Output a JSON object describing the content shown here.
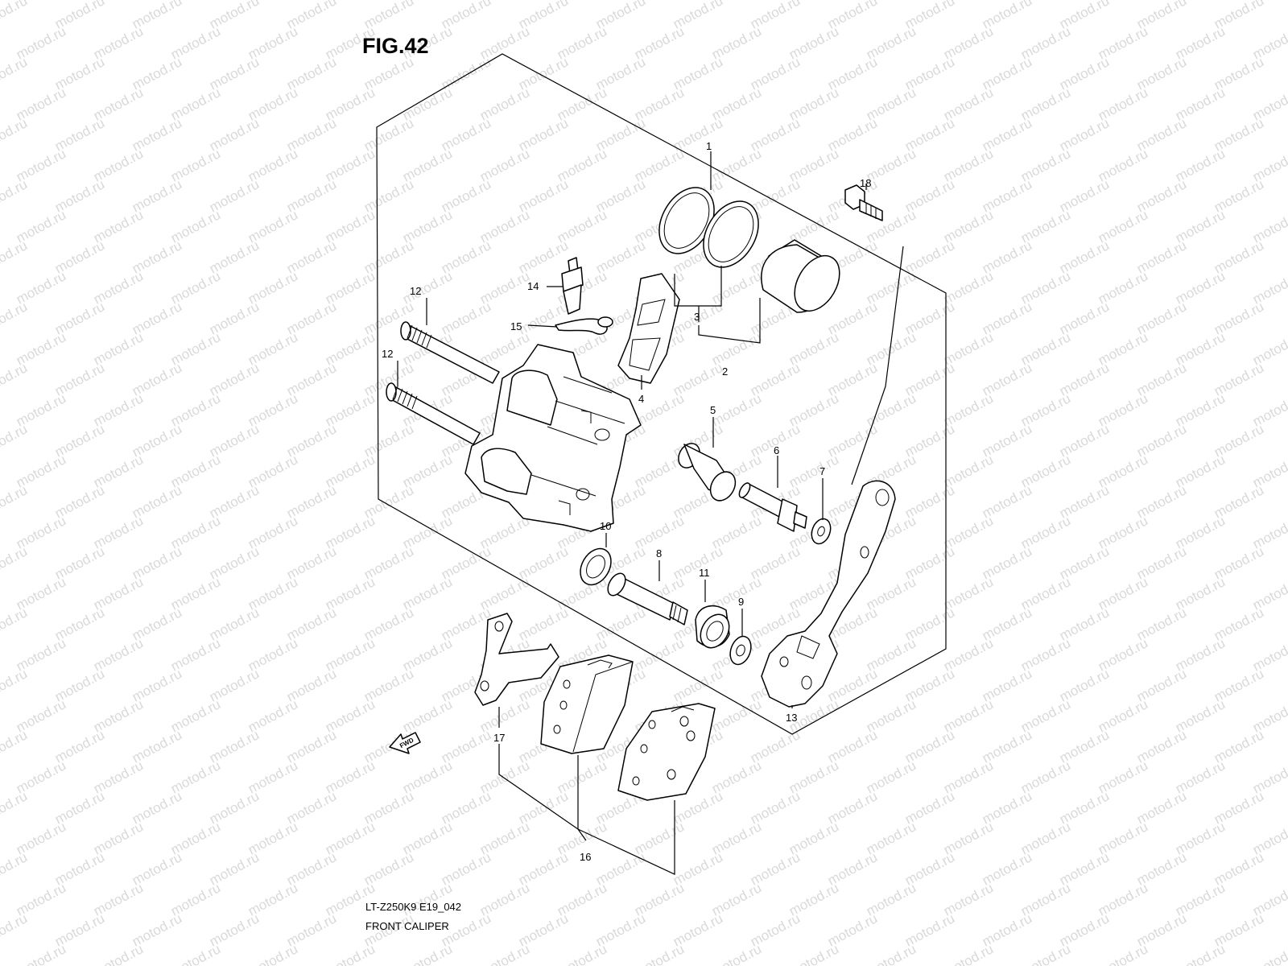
{
  "figure": {
    "title": "FIG.42",
    "code": "LT-Z250K9 E19_042",
    "caption": "FRONT CALIPER"
  },
  "watermark": {
    "text": "motod.ru",
    "color": "#d9d9d9"
  },
  "fwd_arrow": {
    "label": "FWD"
  },
  "callouts": {
    "c1": "1",
    "c2": "2",
    "c3": "3",
    "c4": "4",
    "c5": "5",
    "c6": "6",
    "c7": "7",
    "c8": "8",
    "c9": "9",
    "c10": "10",
    "c11": "11",
    "c12a": "12",
    "c12b": "12",
    "c13": "13",
    "c14": "14",
    "c15": "15",
    "c16": "16",
    "c17": "17",
    "c18": "18"
  }
}
